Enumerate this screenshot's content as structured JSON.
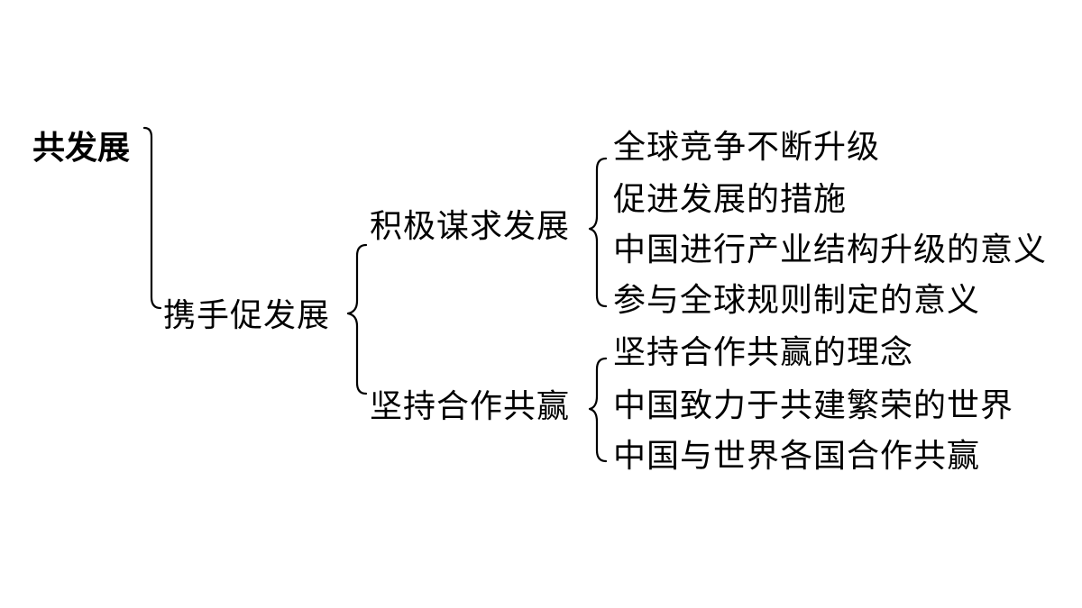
{
  "diagram": {
    "root": "共发展",
    "branch": "携手促发展",
    "sub_branches": [
      {
        "label": "积极谋求发展",
        "leaves": [
          "全球竞争不断升级",
          "促进发展的措施",
          "中国进行产业结构升级的意义",
          "参与全球规则制定的意义"
        ]
      },
      {
        "label": "坚持合作共赢",
        "leaves": [
          "坚持合作共赢的理念",
          "中国致力于共建繁荣的世界",
          "中国与世界各国合作共赢"
        ]
      }
    ]
  }
}
